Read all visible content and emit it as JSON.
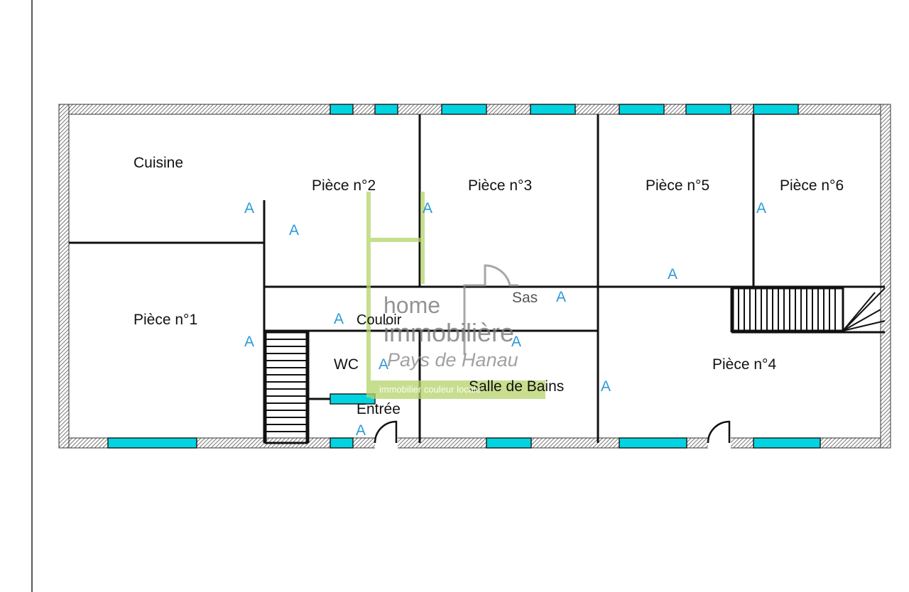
{
  "plan": {
    "rooms": {
      "cuisine": "Cuisine",
      "piece2": "Pièce  n°2",
      "piece3": "Pièce  n°3",
      "piece5": "Pièce  n°5",
      "piece6": "Pièce  n°6",
      "piece1": "Pièce  n°1",
      "couloir": "Couloir",
      "sas": "Sas",
      "wc": "WC",
      "sdb": "Salle de Bains",
      "entree": "Entrée",
      "piece4": "Pièce  n°4"
    },
    "marker_label": "A"
  },
  "watermark": {
    "line1": "home",
    "line2": "immobilière",
    "line3": "Pays de Hanau",
    "tagline": "immobilier couleur locale"
  },
  "colors": {
    "wall_fill": "#ffffff",
    "wall_hatch": "#666666",
    "window": "#00d4e0",
    "marker": "#2d9bd6",
    "watermark_green": "#b5d36a",
    "watermark_gray": "#8a8a8a"
  }
}
